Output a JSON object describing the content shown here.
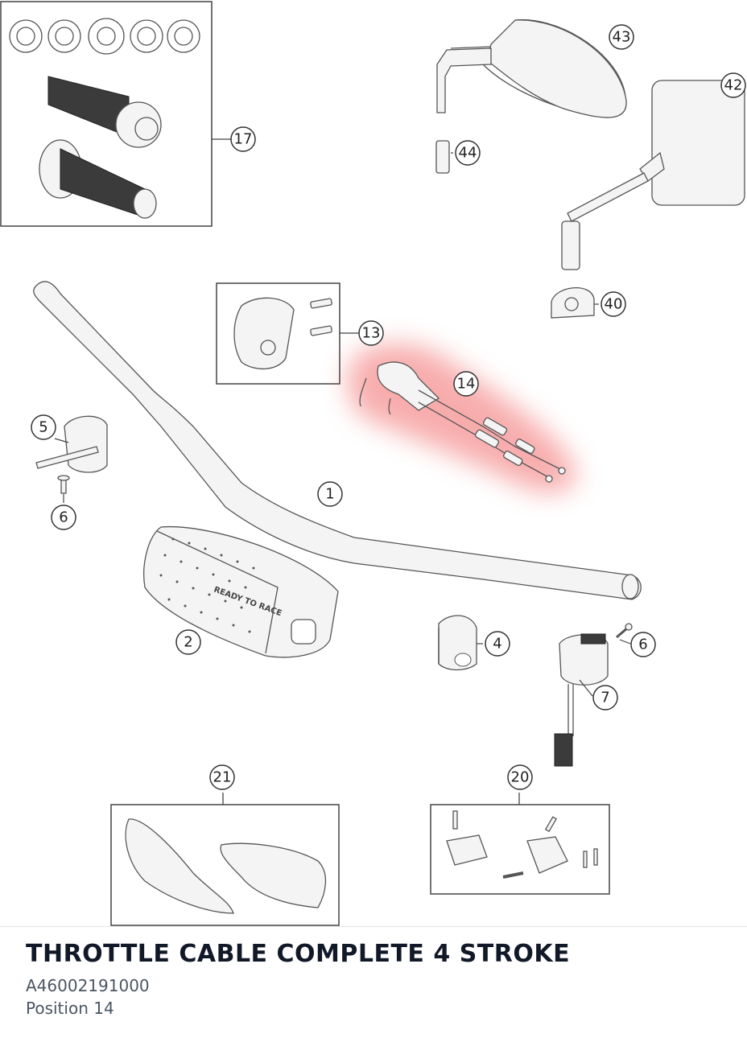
{
  "diagram": {
    "labels": [
      "1",
      "2",
      "4",
      "5",
      "6",
      "6",
      "7",
      "13",
      "14",
      "17",
      "20",
      "21",
      "40",
      "42",
      "43",
      "44"
    ],
    "highlighted_position": "14",
    "highlight_color": "#f26a6a",
    "stamp_text": "READY TO RACE"
  },
  "part": {
    "title": "THROTTLE CABLE COMPLETE 4 STROKE",
    "number": "A46002191000",
    "position": "Position 14"
  }
}
